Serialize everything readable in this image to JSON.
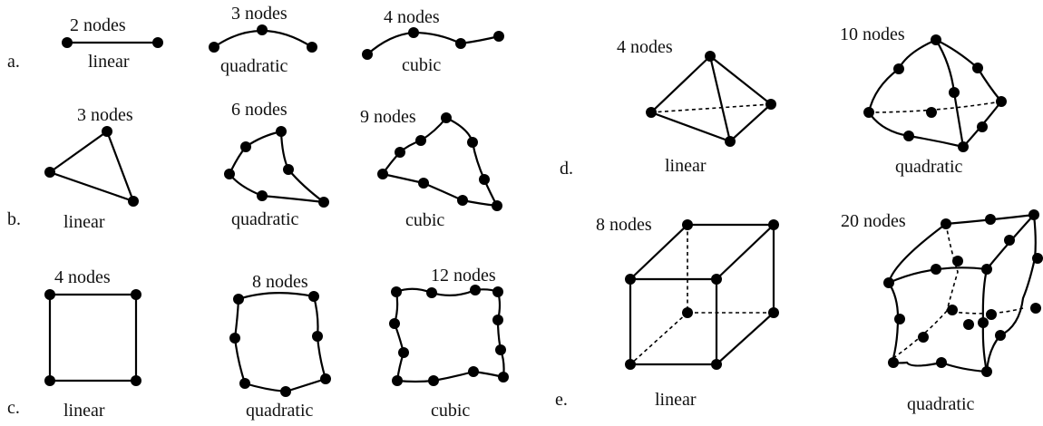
{
  "rows": {
    "a": "a.",
    "b": "b.",
    "c": "c.",
    "d": "d.",
    "e": "e."
  },
  "elements": {
    "a_linear": {
      "count": "2 nodes",
      "type": "linear"
    },
    "a_quadratic": {
      "count": "3 nodes",
      "type": "quadratic"
    },
    "a_cubic": {
      "count": "4 nodes",
      "type": "cubic"
    },
    "b_linear": {
      "count": "3 nodes",
      "type": "linear"
    },
    "b_quadratic": {
      "count": "6 nodes",
      "type": "quadratic"
    },
    "b_cubic": {
      "count": "9 nodes",
      "type": "cubic"
    },
    "c_linear": {
      "count": "4 nodes",
      "type": "linear"
    },
    "c_quadratic": {
      "count": "8 nodes",
      "type": "quadratic"
    },
    "c_cubic": {
      "count": "12 nodes",
      "type": "cubic"
    },
    "d_linear": {
      "count": "4 nodes",
      "type": "linear"
    },
    "d_quadratic": {
      "count": "10 nodes",
      "type": "quadratic"
    },
    "e_linear": {
      "count": "8 nodes",
      "type": "linear"
    },
    "e_quadratic": {
      "count": "20 nodes",
      "type": "quadratic"
    }
  },
  "colors": {
    "line": "#000000",
    "node": "#000000",
    "background": "#ffffff"
  }
}
